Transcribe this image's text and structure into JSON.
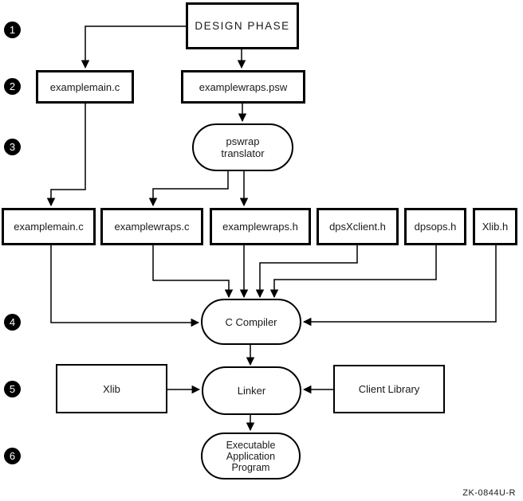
{
  "figure": {
    "title": "Application build flowchart",
    "colors": {
      "ink": "#000000",
      "paper": "#ffffff"
    },
    "steps": [
      "1",
      "2",
      "3",
      "4",
      "5",
      "6"
    ],
    "nodes": {
      "design_phase": "DESIGN PHASE",
      "examplemain_c_top": "examplemain.c",
      "examplewraps_psw": "examplewraps.psw",
      "pswrap_translator": [
        "pswrap",
        "translator"
      ],
      "examplemain_c": "examplemain.c",
      "examplewraps_c": "examplewraps.c",
      "examplewraps_h": "examplewraps.h",
      "dpsxclient_h": "dpsXclient.h",
      "dpsops_h": "dpsops.h",
      "xlib_h": "Xlib.h",
      "c_compiler": "C Compiler",
      "xlib": "Xlib",
      "linker": "Linker",
      "client_library": "Client Library",
      "executable": [
        "Executable",
        "Application",
        "Program"
      ]
    },
    "footer_code": "ZK-0844U-R"
  }
}
